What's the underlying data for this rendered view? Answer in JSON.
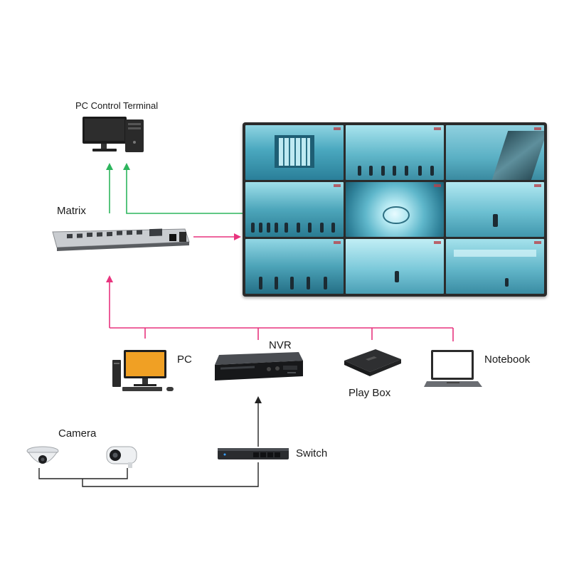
{
  "labels": {
    "pc_control_terminal": "PC Control Terminal",
    "matrix": "Matrix",
    "pc": "PC",
    "nvr": "NVR",
    "play_box": "Play Box",
    "notebook": "Notebook",
    "camera": "Camera",
    "switch": "Switch"
  },
  "colors": {
    "control_link": "#2db55d",
    "video_link": "#e8347e",
    "camera_link": "#222222"
  },
  "video_wall": {
    "tiles": [
      {
        "scene": "station-entrance"
      },
      {
        "scene": "crowded-concourse"
      },
      {
        "scene": "escalator"
      },
      {
        "scene": "ticket-queue"
      },
      {
        "scene": "atrium-fisheye"
      },
      {
        "scene": "corridor-walker"
      },
      {
        "scene": "service-counter"
      },
      {
        "scene": "hallway-walker"
      },
      {
        "scene": "shopping-mall"
      }
    ]
  }
}
